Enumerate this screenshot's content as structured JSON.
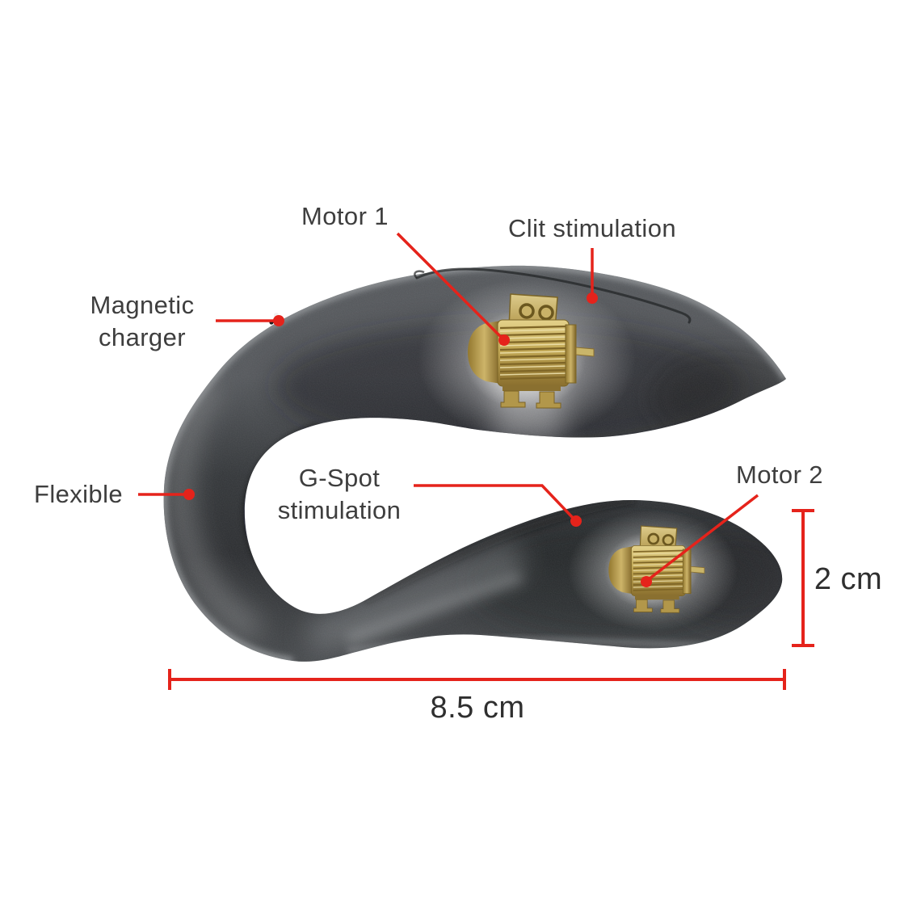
{
  "figure": {
    "type": "product-annotation-diagram",
    "background": "#ffffff",
    "labels": {
      "motor1": "Motor 1",
      "clit_stimulation": "Clit stimulation",
      "magnetic_charger": {
        "line1": "Magnetic",
        "line2": "charger"
      },
      "flexible": "Flexible",
      "gspot_stimulation": {
        "line1": "G-Spot",
        "line2": "stimulation"
      },
      "motor2": "Motor 2"
    },
    "dimensions": {
      "width": "8.5 cm",
      "height": "2 cm"
    },
    "icons": {
      "motor1_icon": "electric-motor",
      "motor2_icon": "electric-motor"
    },
    "colors": {
      "annotation_red": "#e5231b",
      "label_text": "#3e3e3e",
      "device_body_dark": "#2c2e30",
      "device_body_light": "#8b8e91",
      "motor_gold": "#c2a855",
      "motor_gold_light": "#e8dca4",
      "glow": "#ffffff"
    }
  }
}
